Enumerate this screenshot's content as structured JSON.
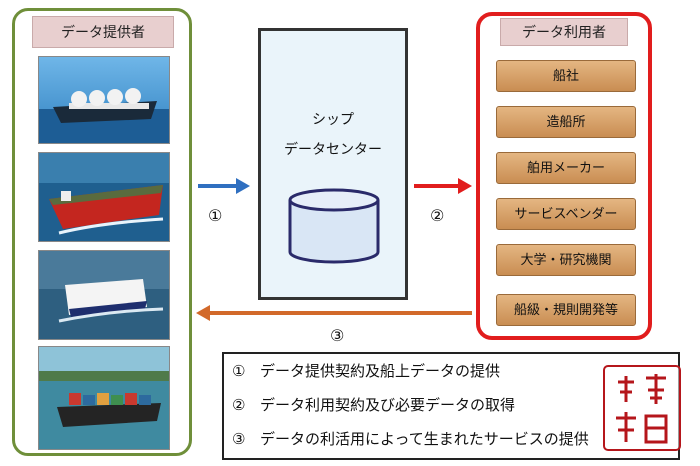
{
  "provider": {
    "title": "データ提供者",
    "photos": [
      "lng-carrier-photo",
      "tanker-photo",
      "car-carrier-photo",
      "container-ship-photo"
    ]
  },
  "center": {
    "line1": "シップ",
    "line2": "データセンター"
  },
  "users": {
    "title": "データ利用者",
    "items": [
      "船社",
      "造船所",
      "舶用メーカー",
      "サービスベンダー",
      "大学・研究機関",
      "船級・規則開発等"
    ]
  },
  "arrows": {
    "label1": "①",
    "label2": "②",
    "label3": "③"
  },
  "legend": {
    "items": [
      {
        "num": "①",
        "text": "データ提供契約及船上データの提供"
      },
      {
        "num": "②",
        "text": "データ利用契約及び必要データの取得"
      },
      {
        "num": "③",
        "text": "データの利活用によって生まれたサービスの提供"
      }
    ]
  },
  "colors": {
    "provider_border": "#6f8f3a",
    "users_border": "#e11d1d",
    "arrow1": "#2f6fc0",
    "arrow2": "#e11d1d",
    "arrow3": "#d2692a",
    "user_box": "#d6a06a"
  }
}
